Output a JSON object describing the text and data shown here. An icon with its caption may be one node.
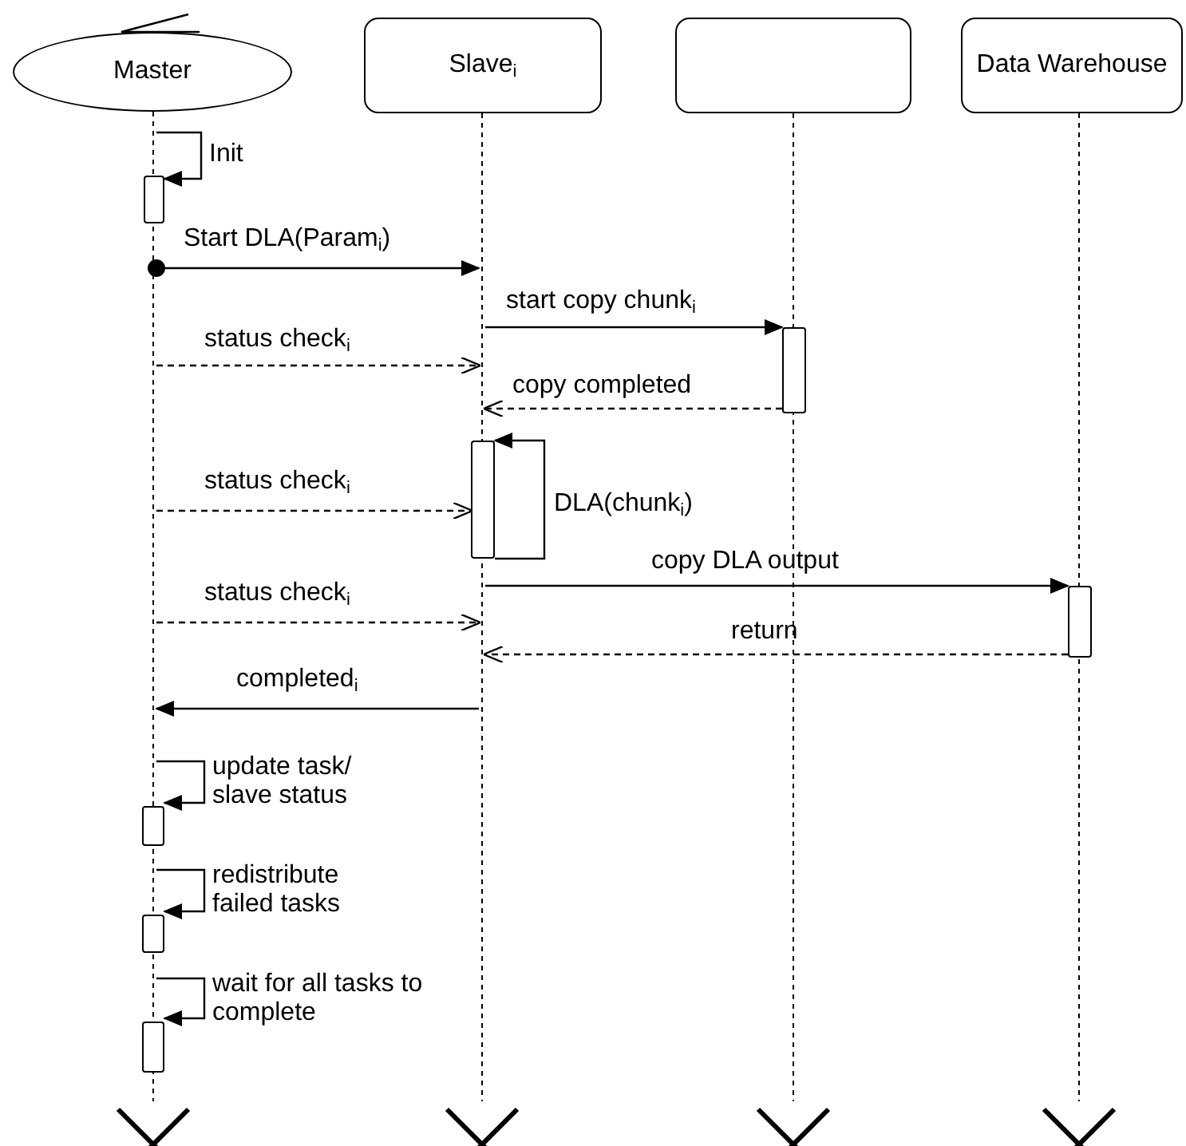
{
  "diagram": {
    "nodes": [
      {
        "text": [
          "Master"
        ]
      },
      {
        "text": [
          "Slave$_{i}$"
        ]
      },
      {
        "text": [],
        "shape": "box"
      },
      {
        "text": [
          "Data Warehouse"
        ]
      },
      {
        "text": [],
        "shape": "line"
      },
      {
        "text": [],
        "shape": "line"
      },
      {
        "text": [],
        "shape": "line"
      },
      {
        "text": [],
        "shape": "line"
      },
      {
        "text": [],
        "shape": "bar"
      },
      {
        "text": [],
        "shape": "bar"
      },
      {
        "text": [],
        "shape": "bar"
      },
      {
        "text": [],
        "shape": "bar"
      },
      {
        "text": [],
        "shape": "bar"
      },
      {
        "text": [],
        "shape": "bar"
      },
      {
        "text": [],
        "shape": "bar"
      }
    ],
    "edges": [
      {
        "from": 4,
        "to": 8,
        "arrow": "to",
        "label": "Init"
      },
      {
        "from": 4,
        "to": 5,
        "arrow": "to",
        "label": "Start DLA(Param$_{i}$)"
      },
      {
        "from": 5,
        "to": 9,
        "arrow": "to",
        "label": "start copy chunk$_{i}$"
      },
      {
        "from": 4,
        "to": 5,
        "arrow": "to",
        "label": "status check$_{i}$",
        "style": "dashed"
      },
      {
        "from": 9,
        "to": 5,
        "arrow": "to",
        "label": "copy completed",
        "style": "dashed"
      },
      {
        "from": 10,
        "to": 10,
        "arrow": "to",
        "label": "DLA(chunk$_{i}$)"
      },
      {
        "from": 4,
        "to": 10,
        "arrow": "to",
        "label": "status check$_{i}$",
        "style": "dashed"
      },
      {
        "from": 5,
        "to": 11,
        "arrow": "to",
        "label": "copy DLA output"
      },
      {
        "from": 4,
        "to": 5,
        "arrow": "to",
        "label": "status check$_{i}$",
        "style": "dashed"
      },
      {
        "from": 11,
        "to": 5,
        "arrow": "to",
        "label": "return",
        "style": "dashed"
      },
      {
        "from": 5,
        "to": 4,
        "arrow": "to",
        "label": "completed$_{i}$"
      },
      {
        "from": 4,
        "to": 12,
        "arrow": "to",
        "label": "update task/ slave status"
      },
      {
        "from": 4,
        "to": 13,
        "arrow": "to",
        "label": "redistribute failed tasks"
      },
      {
        "from": 4,
        "to": 14,
        "arrow": "to",
        "label": "wait for all tasks to complete"
      }
    ]
  }
}
